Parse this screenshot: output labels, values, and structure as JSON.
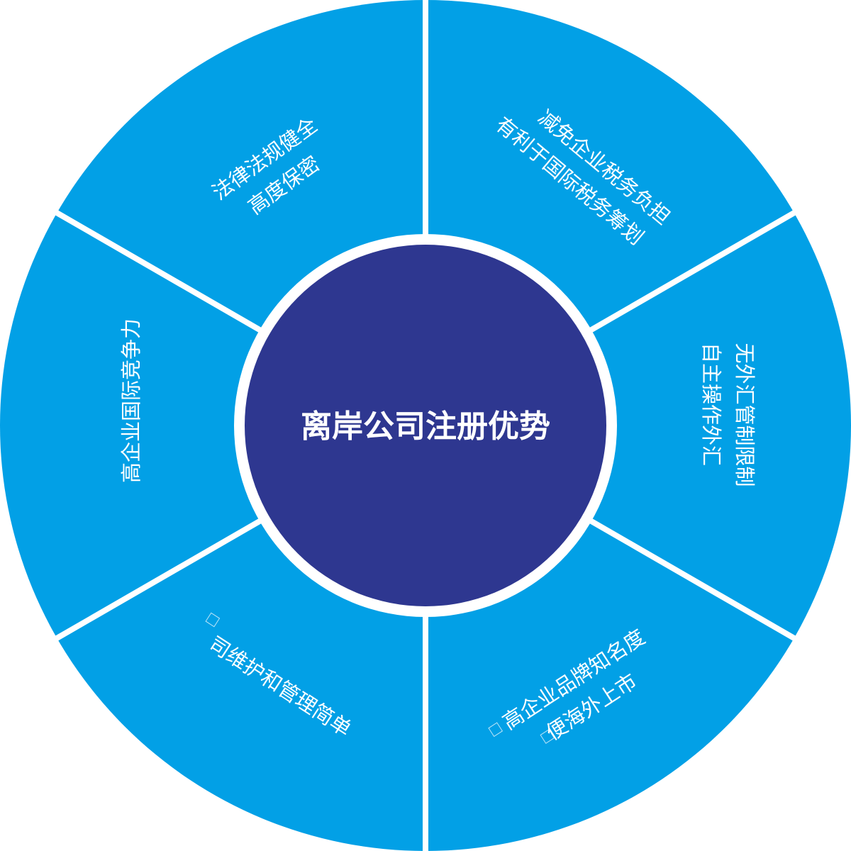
{
  "title": "离岸公司注册优势",
  "colors": {
    "segment": "#02a0e6",
    "center": "#2e3790",
    "divider": "#ffffff"
  },
  "segments": [
    {
      "id": "top-left",
      "lines": [
        "法律法规健全",
        "高度保密"
      ]
    },
    {
      "id": "top-right",
      "lines": [
        "减免企业税务负担",
        "有利于国际税务筹划"
      ]
    },
    {
      "id": "right",
      "lines": [
        "无外汇管制限制",
        "自主操作外汇"
      ]
    },
    {
      "id": "bottom-right",
      "lines": [
        "高企业品牌知名度",
        "便海外上市"
      ]
    },
    {
      "id": "bottom-left",
      "lines": [
        "司维护和管理简单"
      ]
    },
    {
      "id": "left",
      "lines": [
        "高企业国际竞争力"
      ]
    }
  ]
}
